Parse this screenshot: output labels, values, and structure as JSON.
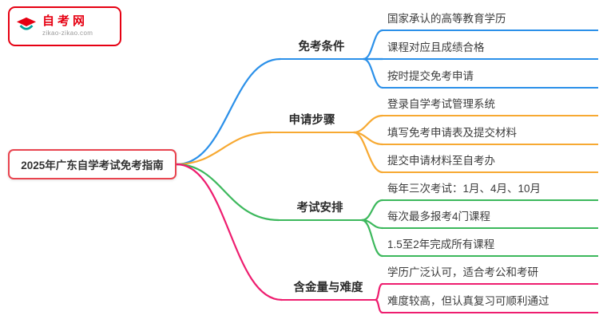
{
  "logo": {
    "name": "自考网",
    "domain": "zikao-zikao.com",
    "brand_color": "#e60012",
    "accent_color": "#00a29a"
  },
  "root": {
    "label": "2025年广东自学考试免考指南",
    "border_color": "#e9444f"
  },
  "branches": [
    {
      "label": "免考条件",
      "color": "#2b90e9",
      "children": [
        "国家承认的高等教育学历",
        "课程对应且成绩合格",
        "按时提交免考申请"
      ]
    },
    {
      "label": "申请步骤",
      "color": "#f7a932",
      "children": [
        "登录自学考试管理系统",
        "填写免考申请表及提交材料",
        "提交申请材料至自考办"
      ]
    },
    {
      "label": "考试安排",
      "color": "#3cb85c",
      "children": [
        "每年三次考试：1月、4月、10月",
        "每次最多报考4门课程",
        "1.5至2年完成所有课程"
      ]
    },
    {
      "label": "含金量与难度",
      "color": "#ee1d6f",
      "children": [
        "学历广泛认可，适合考公和考研",
        "难度较高，但认真复习可顺利通过"
      ]
    }
  ]
}
